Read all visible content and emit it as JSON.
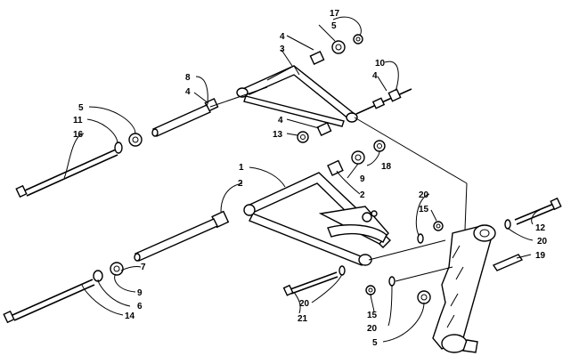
{
  "callouts": {
    "c17": "17",
    "c5_top": "5",
    "c4_top": "4",
    "c3": "3",
    "c10": "10",
    "c4_right": "4",
    "c8": "8",
    "c4_left": "4",
    "c5_left": "5",
    "c11": "11",
    "c16": "16",
    "c4_mid": "4",
    "c13": "13",
    "c18": "18",
    "c9_upper": "9",
    "c1": "1",
    "c2_left": "2",
    "c2_right": "2",
    "c20_upper": "20",
    "c15_upper": "15",
    "c12": "12",
    "c20_right": "20",
    "c19": "19",
    "c7": "7",
    "c9_lower": "9",
    "c6": "6",
    "c14": "14",
    "c20_lower": "20",
    "c21": "21",
    "c15_lower": "15",
    "c20_bottom": "20",
    "c5_bottom": "5"
  }
}
